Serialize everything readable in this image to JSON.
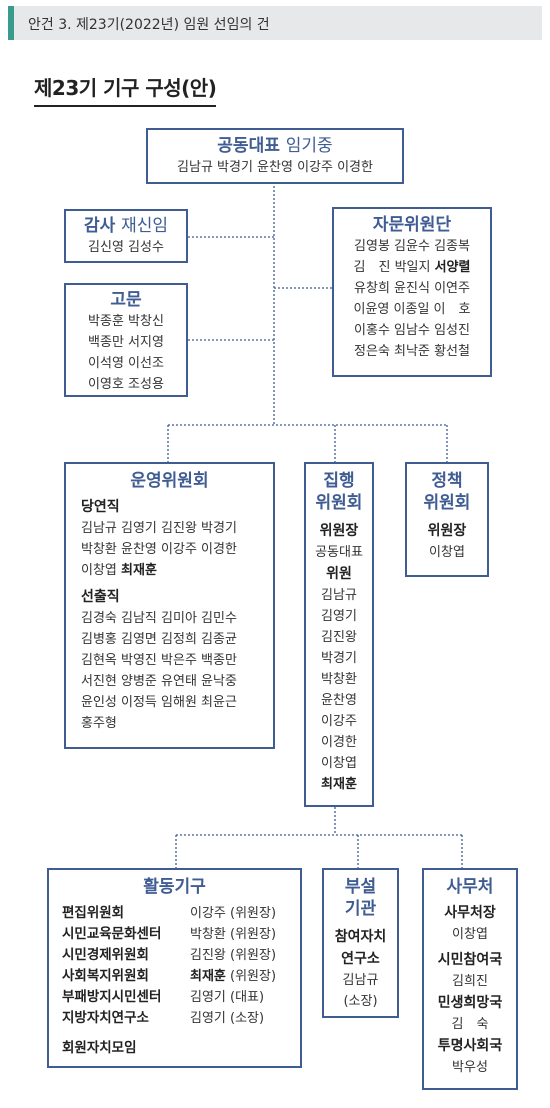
{
  "header": {
    "text": "안건 3. 제23기(2022년) 임원 선임의 건"
  },
  "title": "제23기 기구 구성(안)",
  "co_rep": {
    "title_bold": "공동대표",
    "title_rest": "임기중",
    "members": "김남규 박경기 윤찬영 이강주 이경한"
  },
  "audit": {
    "title_bold": "감사",
    "title_rest": "재신임",
    "members": "김신영 김성수"
  },
  "consultants": {
    "title": "고문",
    "lines": [
      "박종훈 박창신",
      "백종만 서지영",
      "이석영 이선조",
      "이영호 조성용"
    ]
  },
  "advisory": {
    "title": "자문위원단",
    "lines": [
      "김영봉 김윤수 김종복",
      "김　진 박일지",
      "유창희 윤진식 이연주",
      "이윤영 이종일 이　호",
      "이홍수 임남수 임성진",
      "정은숙 최낙준 황선철"
    ],
    "line2_bold": "서양렬"
  },
  "operating": {
    "title": "운영위원회",
    "ex_officio_label": "당연직",
    "ex_officio_lines": [
      "김남규 김영기 김진왕 박경기",
      "박창환 윤찬영 이강주 이경한",
      "이창엽"
    ],
    "ex_officio_bold": "최재훈",
    "elected_label": "선출직",
    "elected_lines": [
      "김경숙 김남직 김미아 김민수",
      "김병홍 김영면 김정희 김종균",
      "김현옥 박영진 박은주 백종만",
      "서진현 양병준 유연태 윤낙중",
      "윤인성 이정득 임해원 최윤근",
      "홍주형"
    ]
  },
  "executive": {
    "title_1": "집행",
    "title_2": "위원회",
    "chair_label": "위원장",
    "chair": "공동대표",
    "members_label": "위원",
    "members": [
      "김남규",
      "김영기",
      "김진왕",
      "박경기",
      "박창환",
      "윤찬영",
      "이강주",
      "이경한",
      "이창엽"
    ],
    "members_bold": "최재훈"
  },
  "policy": {
    "title_1": "정책",
    "title_2": "위원회",
    "chair_label": "위원장",
    "chair": "이창엽"
  },
  "activity": {
    "title": "활동기구",
    "rows": [
      {
        "org": "편집위원회",
        "person": "이강주 (위원장)"
      },
      {
        "org": "시민교육문화센터",
        "person": "박창환 (위원장)"
      },
      {
        "org": "시민경제위원회",
        "person": "김진왕 (위원장)"
      },
      {
        "org": "사회복지위원회",
        "person_bold": "최재훈",
        "person": " (위원장)"
      },
      {
        "org": "부패방지시민센터",
        "person": "김영기 (대표)"
      },
      {
        "org": "지방자치연구소",
        "person": "김영기 (소장)"
      }
    ],
    "last": "회원자치모임"
  },
  "affiliate": {
    "title_1": "부설",
    "title_2": "기관",
    "org_1": "참여자치",
    "org_2": "연구소",
    "person": "김남규",
    "role": "(소장)"
  },
  "secretariat": {
    "title": "사무처",
    "items": [
      {
        "label": "사무처장",
        "person": "이창엽"
      },
      {
        "label": "시민참여국",
        "person": "김희진"
      },
      {
        "label": "민생희망국",
        "person": "김　숙"
      },
      {
        "label": "투명사회국",
        "person": "박우성"
      }
    ]
  },
  "colors": {
    "accent": "#3a9a8c",
    "box_border": "#3f5c93",
    "header_bg": "#e6e8e9"
  }
}
